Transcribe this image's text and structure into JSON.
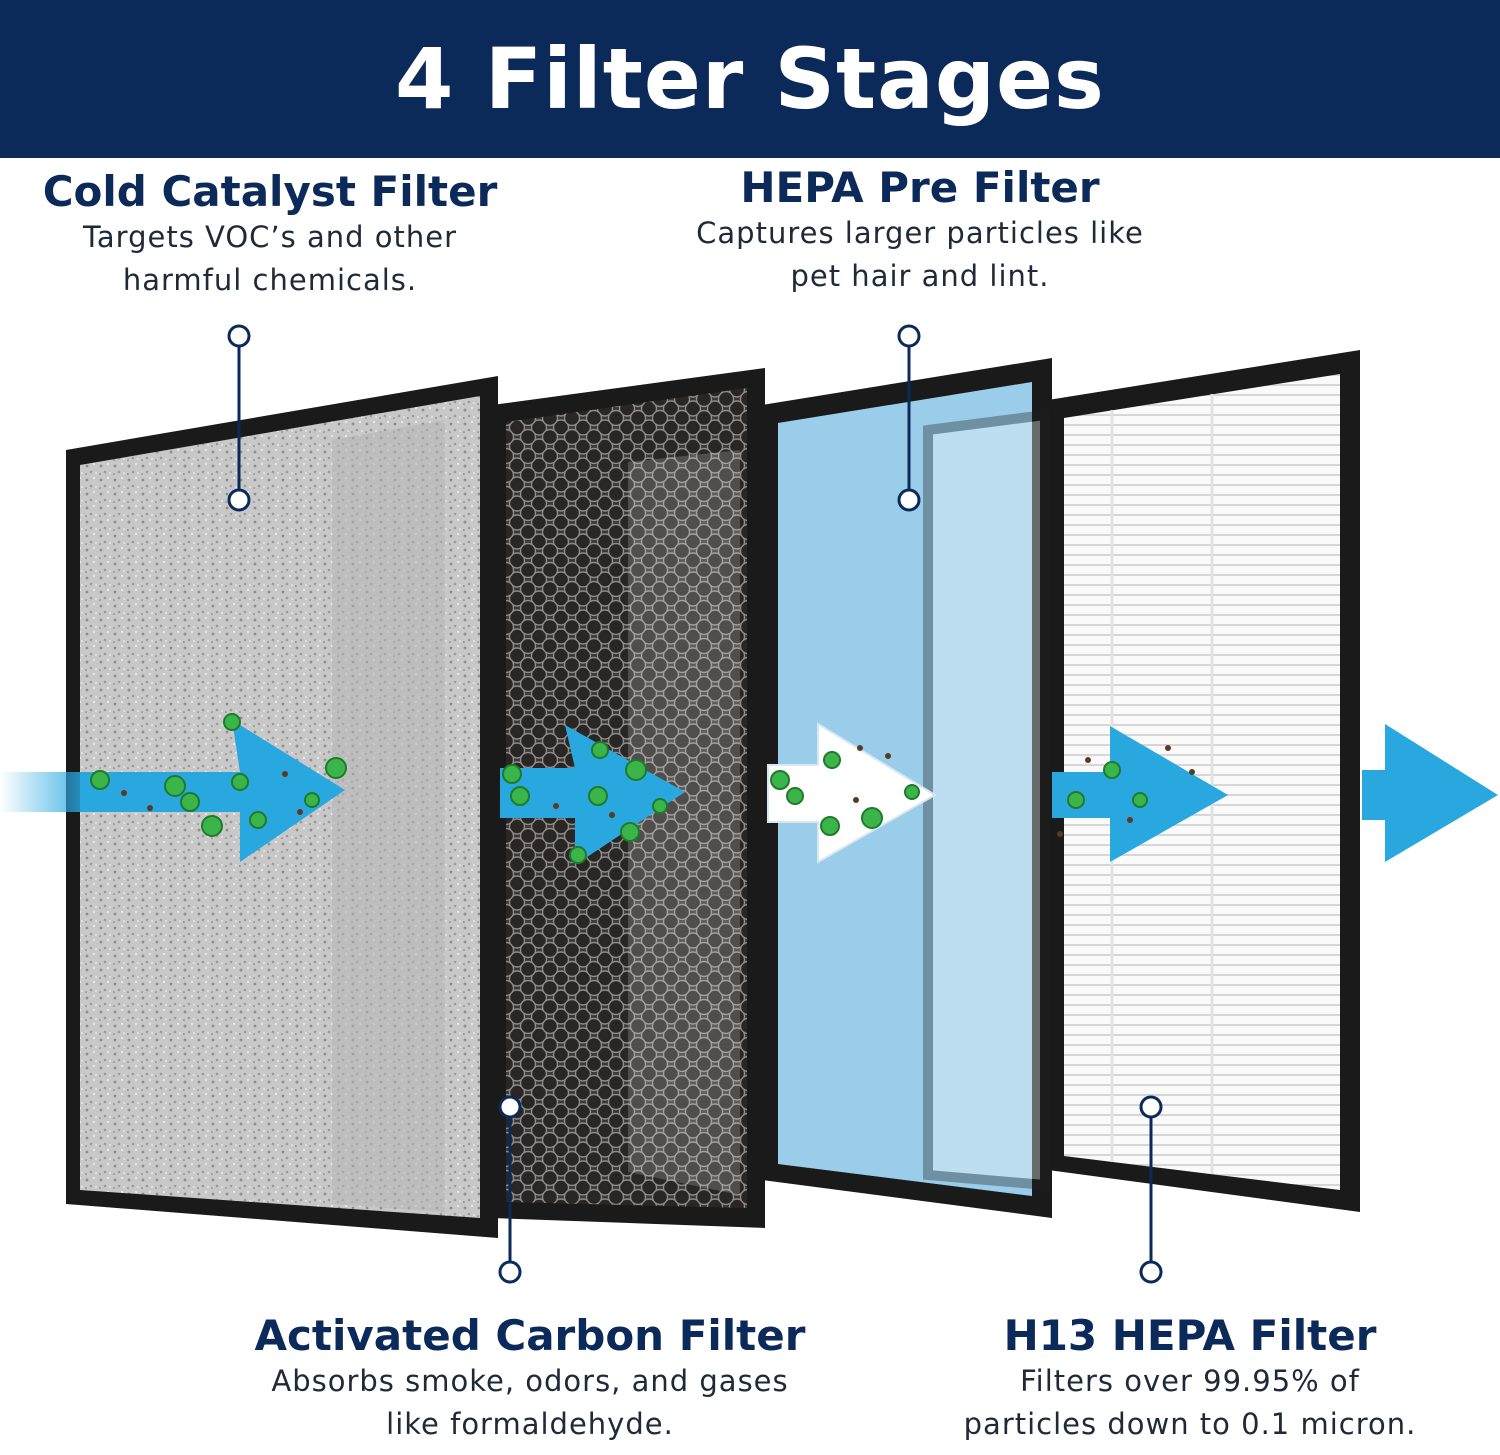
{
  "header": {
    "title": "4 Filter Stages"
  },
  "filters": [
    {
      "id": "cold",
      "title": "Cold Catalyst Filter",
      "desc_lines": [
        "Targets VOC’s and other",
        "harmful chemicals."
      ]
    },
    {
      "id": "hepa-pre",
      "title": "HEPA Pre Filter",
      "desc_lines": [
        "Captures larger particles like",
        "pet hair and lint."
      ]
    },
    {
      "id": "carbon",
      "title": "Activated Carbon Filter",
      "desc_lines": [
        "Absorbs smoke, odors, and gases",
        "like formaldehyde."
      ]
    },
    {
      "id": "h13",
      "title": "H13 HEPA Filter",
      "desc_lines": [
        "Filters over 99.95% of",
        "particles down to 0.1 micron."
      ]
    }
  ],
  "colors": {
    "banner": "#0b2a5a",
    "frame": "#1a1a1a",
    "airflow_arrow": "#29a8e0",
    "particle_green": "#3bb54a",
    "pre_filter_media": "#a9d6ef"
  }
}
